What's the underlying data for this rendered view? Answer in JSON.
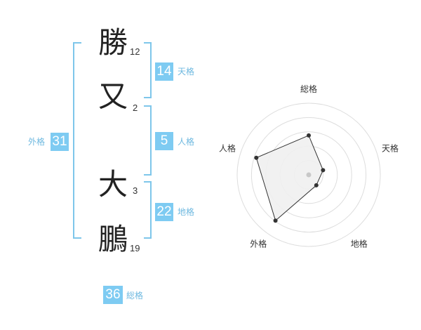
{
  "name": {
    "chars": [
      {
        "char": "勝",
        "strokes": "12"
      },
      {
        "char": "又",
        "strokes": "2"
      },
      {
        "char": "大",
        "strokes": "3"
      },
      {
        "char": "鵬",
        "strokes": "19"
      }
    ]
  },
  "scores": {
    "tenkaku": {
      "value": "14",
      "label": "天格"
    },
    "jinkaku": {
      "value": "5",
      "label": "人格"
    },
    "chikaku": {
      "value": "22",
      "label": "地格"
    },
    "gaikaku": {
      "value": "31",
      "label": "外格"
    },
    "soukaku": {
      "value": "36",
      "label": "総格"
    }
  },
  "colors": {
    "accent": "#7ecbf2",
    "bracket": "#7ec6ea",
    "label": "#6fb9e0"
  },
  "chart_data": {
    "type": "radar",
    "axes": [
      "総格",
      "天格",
      "地格",
      "外格",
      "人格"
    ],
    "values": [
      0.55,
      0.21,
      0.18,
      0.79,
      0.77
    ],
    "range": [
      0,
      1
    ],
    "rings": 5,
    "grid": true
  }
}
